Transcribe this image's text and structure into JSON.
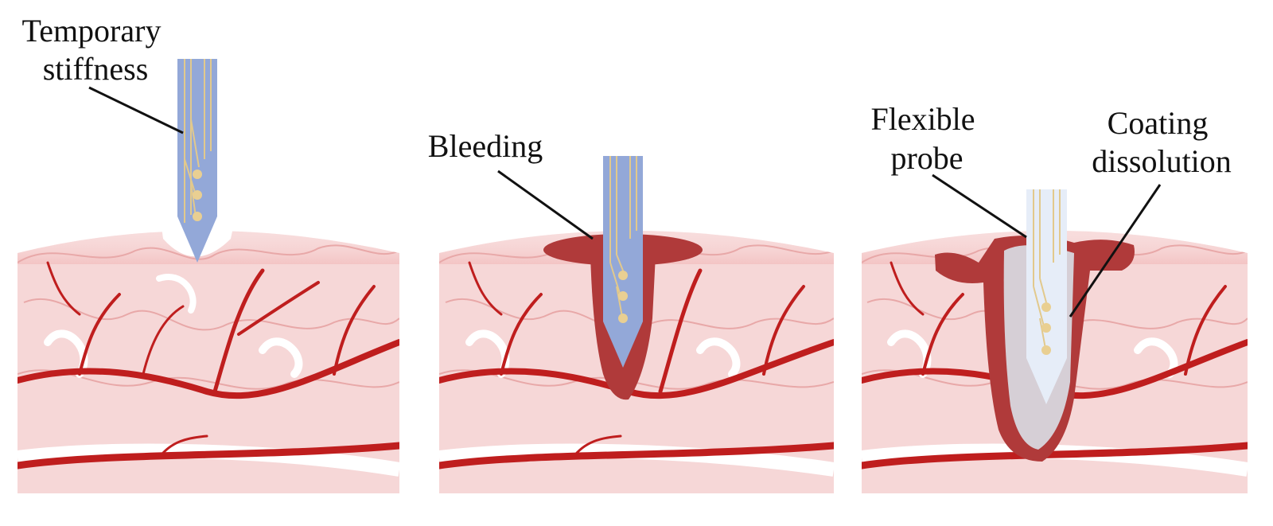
{
  "labels": {
    "temporary_stiffness_line1": "Temporary",
    "temporary_stiffness_line2": "stiffness",
    "bleeding": "Bleeding",
    "flexible_probe_line1": "Flexible",
    "flexible_probe_line2": "probe",
    "coating_dissolution_line1": "Coating",
    "coating_dissolution_line2": "dissolution"
  },
  "colors": {
    "tissue": "#f6d7d7",
    "tissue_glow": "#fbe3e3",
    "tissue_outline": "#e8a8a8",
    "sulcus": "#ffffff",
    "vessel": "#bf1e1e",
    "vessel_outline": "#8c1010",
    "blood": "#b03a3a",
    "probe": "#93a8d8",
    "probe_light": "#e6edf8",
    "coating_residue": "#d6cfd6",
    "electrode": "#e9cf92",
    "trace": "#e2c98c"
  },
  "icons": [
    "rigid-probe-icon",
    "flexible-probe-icon",
    "electrode-pad-icon",
    "blood-vessel-icon",
    "brain-tissue-icon"
  ]
}
